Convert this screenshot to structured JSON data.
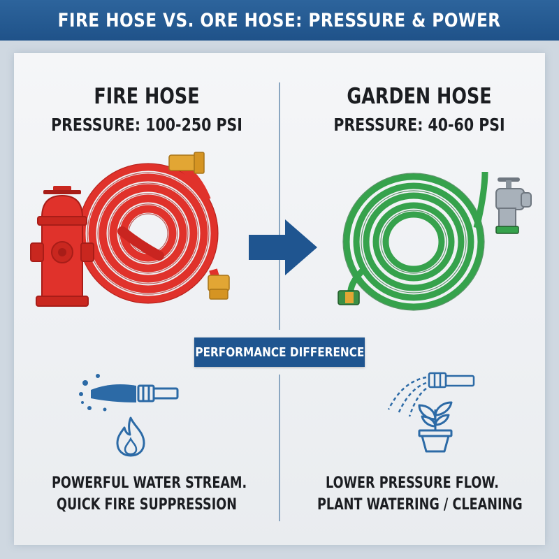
{
  "header": {
    "title": "FIRE HOSE VS. ORE HOSE: PRESSURE & POWER"
  },
  "left": {
    "title": "FIRE HOSE",
    "pressure": "PRESSURE: 100-250 PSI",
    "desc_line1": "POWERFUL WATER STREAM.",
    "desc_line2": "QUICK FIRE SUPPRESSION"
  },
  "right": {
    "title": "GARDEN HOSE",
    "pressure": "PRESSURE: 40-60 PSI",
    "desc_line1": "LOWER PRESSURE FLOW.",
    "desc_line2": "PLANT WATERING / CLEANING"
  },
  "badge": {
    "label": "PERFORMANCE DIFFERENCE"
  },
  "colors": {
    "accent": "#1f5590",
    "fire_red": "#e0322b",
    "brass": "#e2a634",
    "garden_green": "#36a24c",
    "icon_blue": "#2c6aa6"
  },
  "icons": [
    "fire-hydrant-icon",
    "fire-hose-icon",
    "arrow-right-icon",
    "garden-hose-icon",
    "faucet-icon",
    "water-spray-nozzle-icon",
    "flame-icon",
    "spray-nozzle-icon",
    "potted-plant-icon"
  ]
}
